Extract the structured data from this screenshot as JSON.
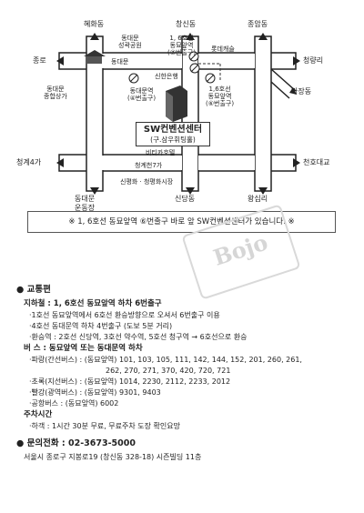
{
  "map": {
    "stations": {
      "hyehwa": "혜화동",
      "changsin": "창신동",
      "jongam": "종암동",
      "cheongnyangni": "청량리",
      "majang": "마장동",
      "jongno": "종로",
      "dongdaemun_top": "동대문",
      "dongmyo_gate": "동대문\n성곽공원",
      "dongmyo_exit7": "1, 6호선\n동묘앞역\n(⑦번출구)",
      "lotte": "롯데캐슬",
      "dongdaemun_mall": "동대문\n종합상가",
      "sinhan": "신한은행",
      "dongdaemun_station": "동대문역\n(④번출구)",
      "dongmyo_exit6": "1,6호선\n동묘앞역\n(⑥번출구)",
      "hotel": "비티카호텔",
      "cheonggye4": "청계4가",
      "cheonggye7": "청계천7가",
      "cheonho": "천호대교",
      "dongdaemun_stadium": "동대문\n운동장",
      "sinpyeong": "신평화 · 청평화시장",
      "sindang": "신당동",
      "wangsimni": "왕십리"
    },
    "center": {
      "name": "SW컨벤션센터",
      "sub": "(구.삼우휘팅홀)"
    }
  },
  "notice": "※ 1, 6호선 동묘앞역 ⑥번출구 바로 앞 SW컨벤션센터가 있습니다. ※",
  "watermark": "Bojo",
  "traffic": {
    "heading": "● 교통편",
    "subway_label": "지하철 : 1, 6호선 동묘앞역 하차 6번출구",
    "subway_lines": [
      "·1호선 동묘앞역에서 6호선 환승방향으로 오셔서 6번출구 이용",
      "·4호선 동대문역 하차 4번출구 (도보 5분 거리)",
      "·환승역 : 2호선 신당역, 3호선 약수역, 5호선 청구역 → 6호선으로 환승"
    ],
    "bus_label": "버   스 : 동묘앞역 또는 동대문역 하차",
    "bus_lines": [
      "·파랑(간선버스) : (동묘앞역) 101, 103, 105, 111, 142, 144, 152, 201, 260, 261,",
      "262, 270, 271, 370, 420, 720, 721",
      "·초록(지선버스) : (동묘앞역) 1014, 2230, 2112, 2233, 2012",
      "·빨강(광역버스) : (동묘앞역) 9301, 9403",
      "·공항버스 : (동묘앞역) 6002"
    ],
    "parking_label": "주차시간",
    "parking_line": "·하객 : 1시간 30분 무료, 무료주차 도장 확인요망"
  },
  "contact": {
    "heading": "● 문의전화 : 02-3673-5000",
    "address": "서울시 종로구 지봉로19 (창신동 328-18) 시즌빌딩 11층"
  }
}
